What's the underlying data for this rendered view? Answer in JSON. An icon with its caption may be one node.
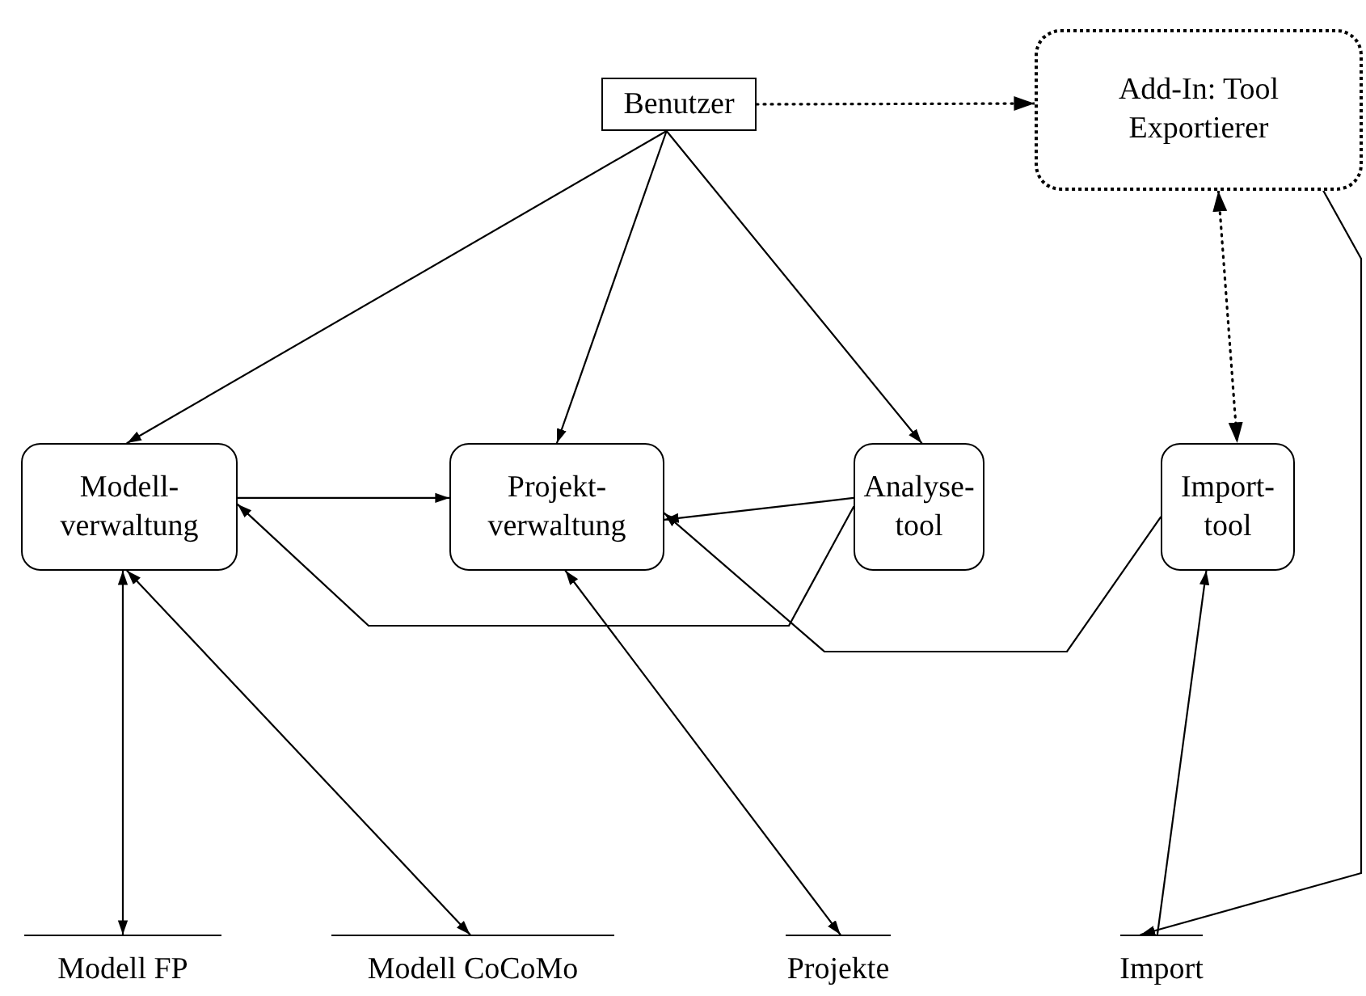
{
  "diagram": {
    "nodes": [
      {
        "text": [
          "Benutzer"
        ]
      },
      {
        "text": [
          "Add-In: Tool Exportierer"
        ]
      },
      {
        "text": [
          "Modell- verwaltung"
        ]
      },
      {
        "text": [
          "Projekt- verwaltung"
        ]
      },
      {
        "text": [
          "Analyse- tool"
        ]
      },
      {
        "text": [
          "Import- tool"
        ]
      },
      {
        "text": [
          "Modell FP"
        ]
      },
      {
        "text": [
          "Modell CoCoMo"
        ]
      },
      {
        "text": [
          "Projekte"
        ]
      },
      {
        "text": [
          "Import"
        ]
      }
    ],
    "edges": [
      {
        "from": 0,
        "to": 2,
        "arrow": "to"
      },
      {
        "from": 0,
        "to": 3,
        "arrow": "to"
      },
      {
        "from": 0,
        "to": 4,
        "arrow": "to"
      },
      {
        "from": 0,
        "to": 1,
        "arrow": "to",
        "style": "dashed"
      },
      {
        "from": 2,
        "to": 3,
        "arrow": "to"
      },
      {
        "from": 4,
        "to": 3,
        "arrow": "to"
      },
      {
        "from": 4,
        "to": 2,
        "arrow": "to"
      },
      {
        "from": 5,
        "to": 3,
        "arrow": "to"
      },
      {
        "from": 1,
        "to": 5,
        "arrow": "both",
        "style": "dashed"
      },
      {
        "from": 1,
        "to": 9,
        "arrow": "to"
      },
      {
        "from": 9,
        "to": 5,
        "arrow": "to"
      },
      {
        "from": 2,
        "to": 6,
        "arrow": "both"
      },
      {
        "from": 2,
        "to": 7,
        "arrow": "both"
      },
      {
        "from": 3,
        "to": 8,
        "arrow": "both"
      }
    ]
  }
}
